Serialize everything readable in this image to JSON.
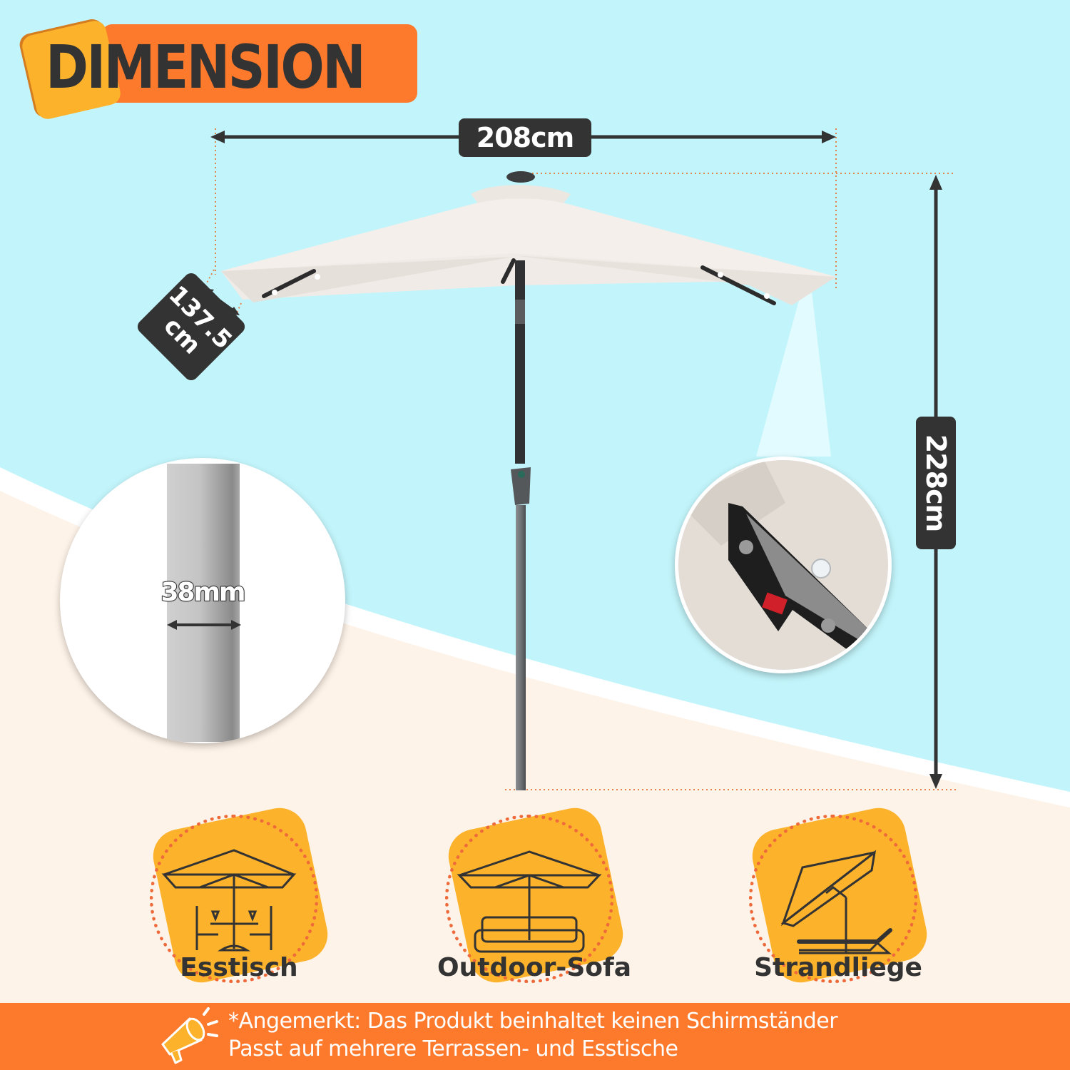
{
  "header": {
    "title": "DIMENSION"
  },
  "dimensions": {
    "width": "208cm",
    "height": "228cm",
    "depth_line1": "137.5",
    "depth_line2": "cm",
    "pole_diameter": "38mm"
  },
  "insets": [
    {
      "name": "pole-diameter-detail",
      "label": "38mm"
    },
    {
      "name": "solar-led-switch-detail"
    }
  ],
  "uses": [
    {
      "label": "Esstisch",
      "icon": "umbrella-dining-table-icon"
    },
    {
      "label": "Outdoor-Sofa",
      "icon": "umbrella-sofa-icon"
    },
    {
      "label": "Strandliege",
      "icon": "umbrella-sunlounger-icon"
    }
  ],
  "footer": {
    "icon": "megaphone-icon",
    "line1": "*Angemerkt: Das Produkt beinhaltet keinen Schirmständer",
    "line2": "Passt auf mehrere Terrassen- und Esstische"
  },
  "colors": {
    "sky": "#c2f5fb",
    "sand": "#fef3e8",
    "orange": "#fd7a2c",
    "yellow": "#fcb22b",
    "dark": "#333333",
    "dotted": "#ee6a3a"
  }
}
